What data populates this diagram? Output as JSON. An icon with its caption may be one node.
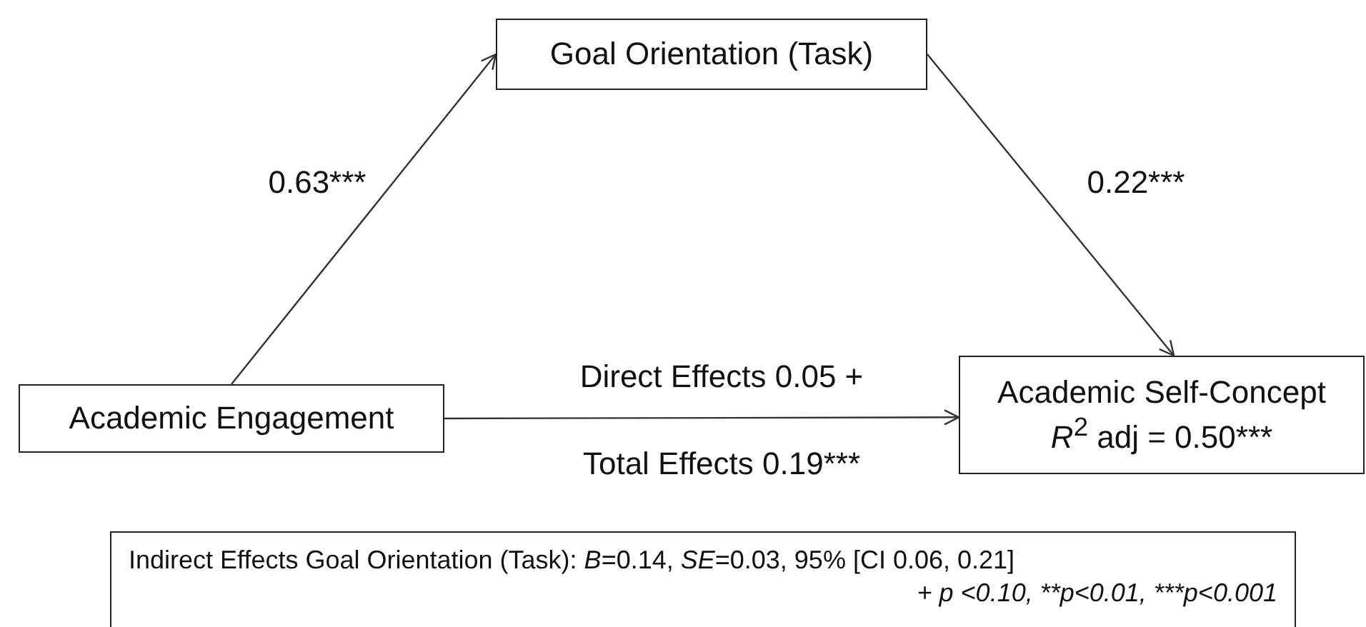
{
  "diagram": {
    "nodes": [
      {
        "text": [
          "Academic Engagement"
        ]
      },
      {
        "text": [
          "Goal Orientation (Task)"
        ]
      },
      {
        "text": [
          "Academic Self-Concept",
          "*R*$^{2}$ adj = 0.50***"
        ]
      },
      {
        "text": [
          "Indirect Effects Goal Orientation (Task): *B*=0.14, *SE*=0.03, 95% [CI 0.06, 0.21]",
          "+ p <0.10, **p<0.01, ***p<0.001"
        ]
      }
    ],
    "edges": [
      {
        "from": 0,
        "to": 1,
        "arrow": "to",
        "label": "0.63***"
      },
      {
        "from": 1,
        "to": 2,
        "arrow": "to",
        "label": "0.22***"
      },
      {
        "from": 0,
        "to": 2,
        "arrow": "to",
        "label": "Direct Effects 0.05 +"
      }
    ],
    "labels": [
      "Total Effects 0.19***"
    ]
  }
}
